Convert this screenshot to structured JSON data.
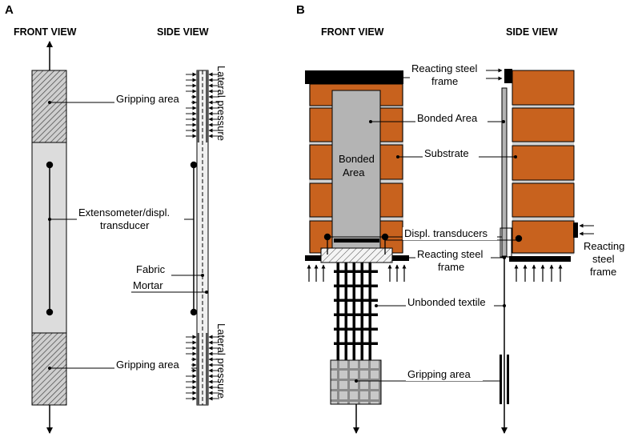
{
  "panel_a": {
    "letter": "A",
    "front_view": "FRONT VIEW",
    "side_view": "SIDE VIEW",
    "labels": {
      "gripping_top": "Gripping area",
      "extensometer_line1": "Extensometer/displ.",
      "extensometer_line2": "transducer",
      "fabric": "Fabric",
      "mortar": "Mortar",
      "gripping_bottom": "Gripping area",
      "lateral_pressure_top": "Lateral pressure",
      "lateral_pressure_bottom": "Lateral pressure"
    }
  },
  "panel_b": {
    "letter": "B",
    "front_view": "FRONT VIEW",
    "side_view": "SIDE VIEW",
    "labels": {
      "reacting_top_line1": "Reacting steel",
      "reacting_top_line2": "frame",
      "bonded_area_label": "Bonded Area",
      "bonded_area_inner_line1": "Bonded",
      "bonded_area_inner_line2": "Area",
      "substrate": "Substrate",
      "displ_transducers": "Displ. transducers",
      "reacting_mid_line1": "Reacting steel",
      "reacting_mid_line2": "frame",
      "reacting_right_line1": "Reacting",
      "reacting_right_line2": "steel",
      "reacting_right_line3": "frame",
      "unbonded_textile": "Unbonded textile",
      "gripping_area": "Gripping area"
    }
  },
  "colors": {
    "brick": "#c8621e",
    "mortar_joint": "#d2d2d2",
    "specimen_gray": "#b4b4b4",
    "specimen_light": "#dcdcdc",
    "ink": "#000000"
  }
}
